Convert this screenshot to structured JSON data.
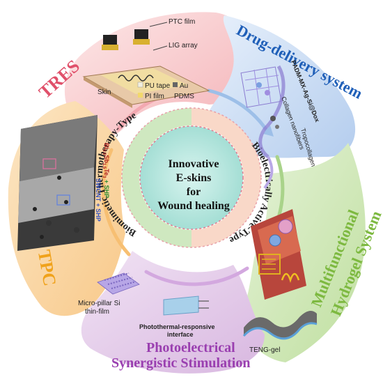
{
  "center": {
    "lines": [
      "Innovative",
      "E-skins",
      "for",
      "Wound healing"
    ],
    "inner_labels": {
      "left": "Biomimetic Thermotherapy-Type",
      "right": "Bioelectrically Active-Type"
    }
  },
  "segments": {
    "tres": {
      "title": "TRES",
      "labels": {
        "ptc": "PTC film",
        "lig": "LIG array",
        "skin": "Skin",
        "pu": "PU tape",
        "au": "Au",
        "pi": "PI film",
        "pdms": "PDMS"
      }
    },
    "drug": {
      "title": "Drug-delivery system",
      "labels": {
        "padm": "PADM-MX-Ag-Si@Dox",
        "collagen": "Collagen nanofibers",
        "tropo": "Tropocollagen"
      }
    },
    "tpc": {
      "title": "TPC",
      "labels": {
        "bst_prefix": "Bi",
        "bst_sub1": "0.5",
        "bst_mid1": "Sb",
        "bst_sub2": "1.5",
        "bst_mid2": "Te",
        "bst_sub3": "3",
        "bst_suffix": " + SHP",
        "swcnt": "SWCNT + SHP"
      }
    },
    "hydrogel": {
      "title_line1": "Multifunctional",
      "title_line2": "Hydrogel System",
      "labels": {
        "teng": "TENG-gel"
      }
    },
    "photo": {
      "title_line1": "Photoelectrical",
      "title_line2": "Synergistic Stimulation",
      "labels": {
        "pillar_line1": "Micro-pillar Si",
        "pillar_line2": "thin-film",
        "interface_line1": "Photothermal-responsive",
        "interface_line2": "interface"
      }
    }
  },
  "colors": {
    "tres_bg": "#f7c7c9",
    "drug_bg": "#c9dcf3",
    "tpc_bg": "#fbd8a8",
    "hydrogel_bg": "#cfe6b8",
    "photo_bg": "#e4cdea",
    "tres_title": "#e0506a",
    "drug_title": "#1f5fb8",
    "tpc_title": "#f0a21b",
    "hydrogel_title": "#7db940",
    "photo_title": "#9a3fb0",
    "center_fill": "#b9e8e0"
  }
}
